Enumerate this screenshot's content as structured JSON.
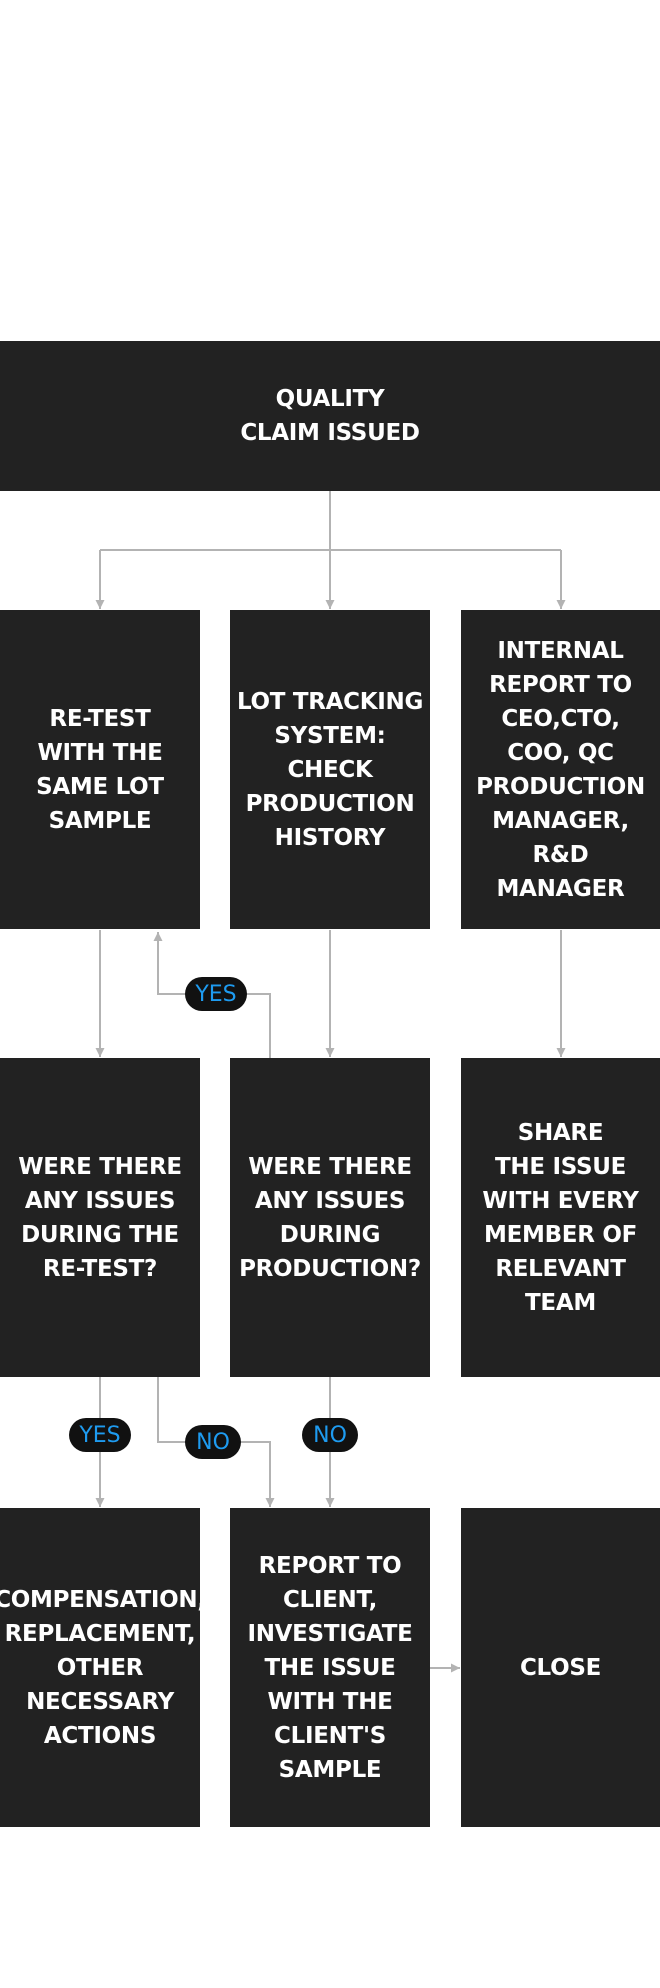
{
  "colors": {
    "box_background": "#222222",
    "box_text": "#ffffff",
    "connector": "#b3b3b3",
    "badge_background": "#111111",
    "badge_text": "#1e9bf0"
  },
  "nodes": {
    "claim": "QUALITY\nCLAIM ISSUED",
    "retest": "RE-TEST\nWITH THE\nSAME LOT\nSAMPLE",
    "lot_tracking": "LOT TRACKING\nSYSTEM:\nCHECK\nPRODUCTION\nHISTORY",
    "internal_report": "INTERNAL\nREPORT TO\nCEO,CTO,\nCOO, QC\nPRODUCTION\nMANAGER,\nR&D\nMANAGER",
    "retest_issues": "WERE THERE\nANY ISSUES\nDURING THE\nRE-TEST?",
    "production_issues": "WERE THERE\nANY ISSUES\nDURING\nPRODUCTION?",
    "share_issue": "SHARE\nTHE ISSUE\nWITH EVERY\nMEMBER OF\nRELEVANT\nTEAM",
    "compensation": "COMPENSATION,\nREPLACEMENT,\nOTHER\nNECESSARY\nACTIONS",
    "report_client": "REPORT TO\nCLIENT,\nINVESTIGATE\nTHE ISSUE\nWITH THE\nCLIENT'S\nSAMPLE",
    "close": "CLOSE"
  },
  "badges": {
    "production_yes": "YES",
    "retest_yes": "YES",
    "retest_no": "NO",
    "production_no": "NO"
  }
}
